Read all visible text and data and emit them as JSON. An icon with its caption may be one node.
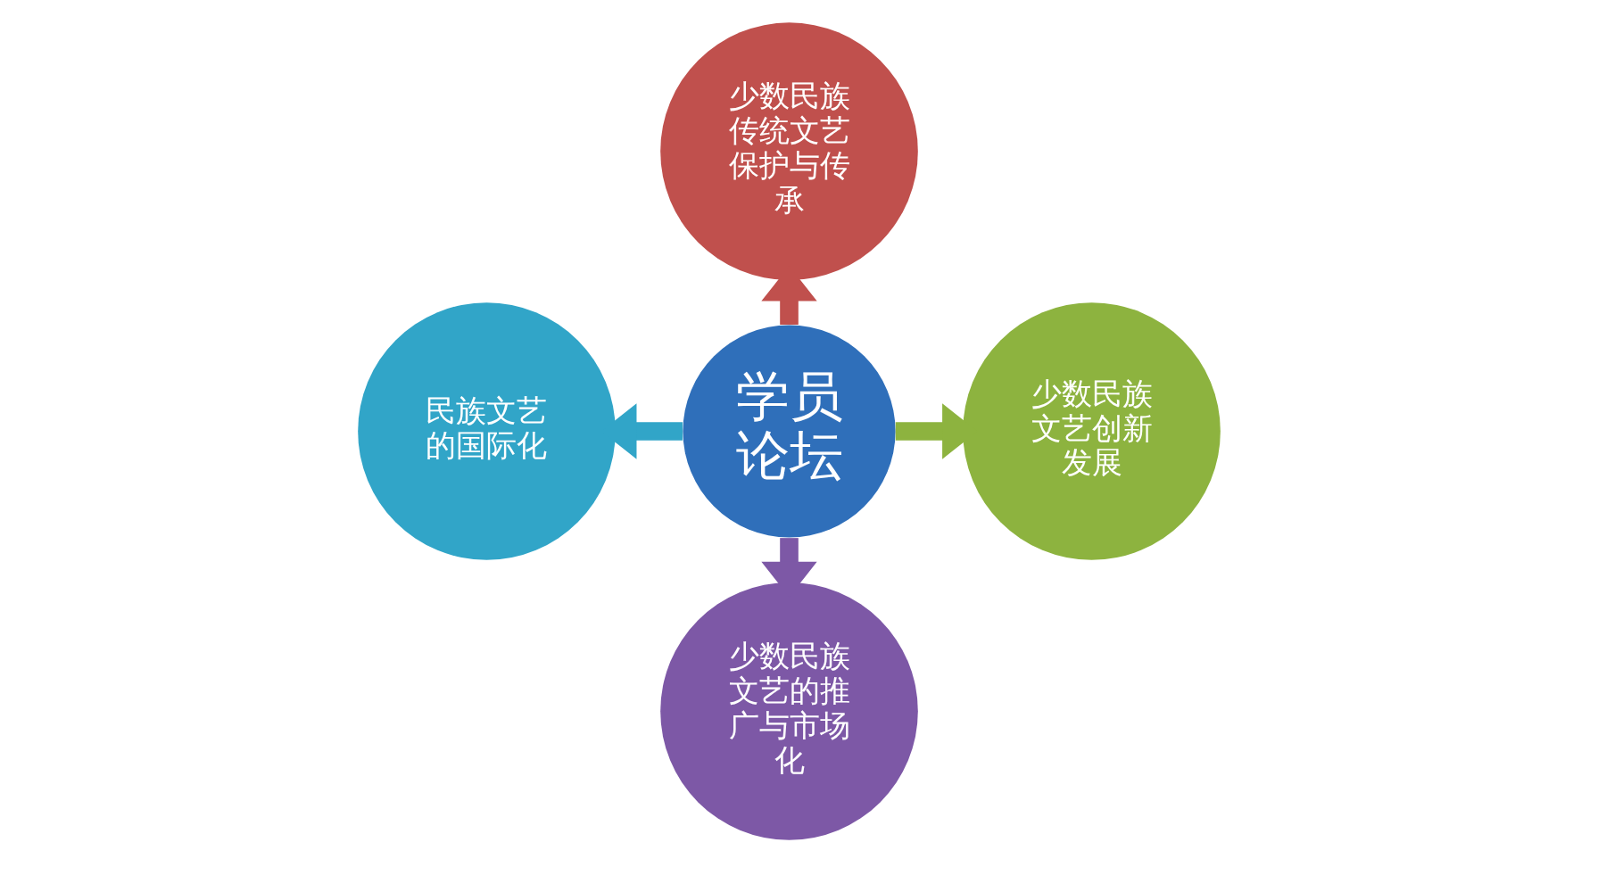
{
  "diagram": {
    "nodes": [
      {
        "text": [
          "少数民族传统文艺保护与传承"
        ]
      },
      {
        "text": [
          "民族文艺的国际化"
        ]
      },
      {
        "text": [
          "学员论坛"
        ]
      },
      {
        "text": [
          "少数民族文艺创新发展"
        ]
      },
      {
        "text": [
          "少数民族文艺的推广与市场化"
        ]
      }
    ],
    "edges": [
      {
        "from": 2,
        "to": 0,
        "arrow": "to",
        "color": "#c0504d"
      },
      {
        "from": 2,
        "to": 3,
        "arrow": "to",
        "color": "#8db33f"
      },
      {
        "from": 2,
        "to": 4,
        "arrow": "to",
        "color": "#7d58a6"
      },
      {
        "from": 2,
        "to": 1,
        "arrow": "to",
        "color": "#31a5c8"
      }
    ]
  }
}
